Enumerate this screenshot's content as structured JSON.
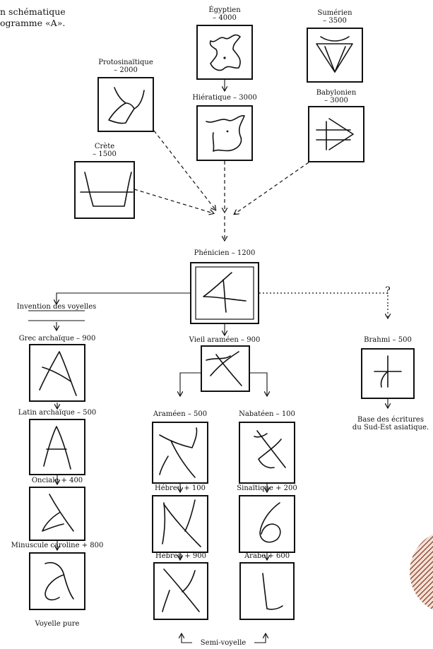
{
  "intro": {
    "line1": "n schématique",
    "line2": "ogramme «A»."
  },
  "nodes": {
    "egyptien": {
      "name": "Égyptien",
      "date": "– 4000"
    },
    "sumerien": {
      "name": "Sumérien",
      "date": "– 3500"
    },
    "protosinai": {
      "name": "Protosinaïtique",
      "date": "– 2000"
    },
    "hieratique": {
      "label": "Hiératique – 3000"
    },
    "babylonien": {
      "name": "Babylonien",
      "date": "– 3000"
    },
    "crete": {
      "name": "Crète",
      "date": "– 1500"
    },
    "phenicien": {
      "label": "Phénicien – 1200"
    },
    "invention": {
      "label": "Invention des voyelles"
    },
    "grec": {
      "label": "Grec archaïque – 900"
    },
    "vieil": {
      "label": "Vieil araméen – 900"
    },
    "brahmi": {
      "label": "Brahmi – 500"
    },
    "question": {
      "label": "?"
    },
    "latin": {
      "label": "Latin archaïque – 500"
    },
    "arameen": {
      "label": "Araméen – 500"
    },
    "nabateen": {
      "label": "Nabatéen – 100"
    },
    "base": {
      "line1": "Base des écritures",
      "line2": "du Sud-Est asiatique."
    },
    "onciale": {
      "label": "Onciale + 400"
    },
    "hebreu100": {
      "label": "Hébreu + 100"
    },
    "sinaitique": {
      "label": "Sinaïtique + 200"
    },
    "caroline": {
      "label": "Minuscule caroline + 800"
    },
    "hebreu900": {
      "label": "Hébreu + 900"
    },
    "arabe": {
      "label": "Arabe + 600"
    },
    "voyelle": {
      "label": "Voyelle pure"
    },
    "semi": {
      "label": "Semi-voyelle"
    }
  },
  "decoration": {
    "corner_color": "#8b3a2a"
  }
}
